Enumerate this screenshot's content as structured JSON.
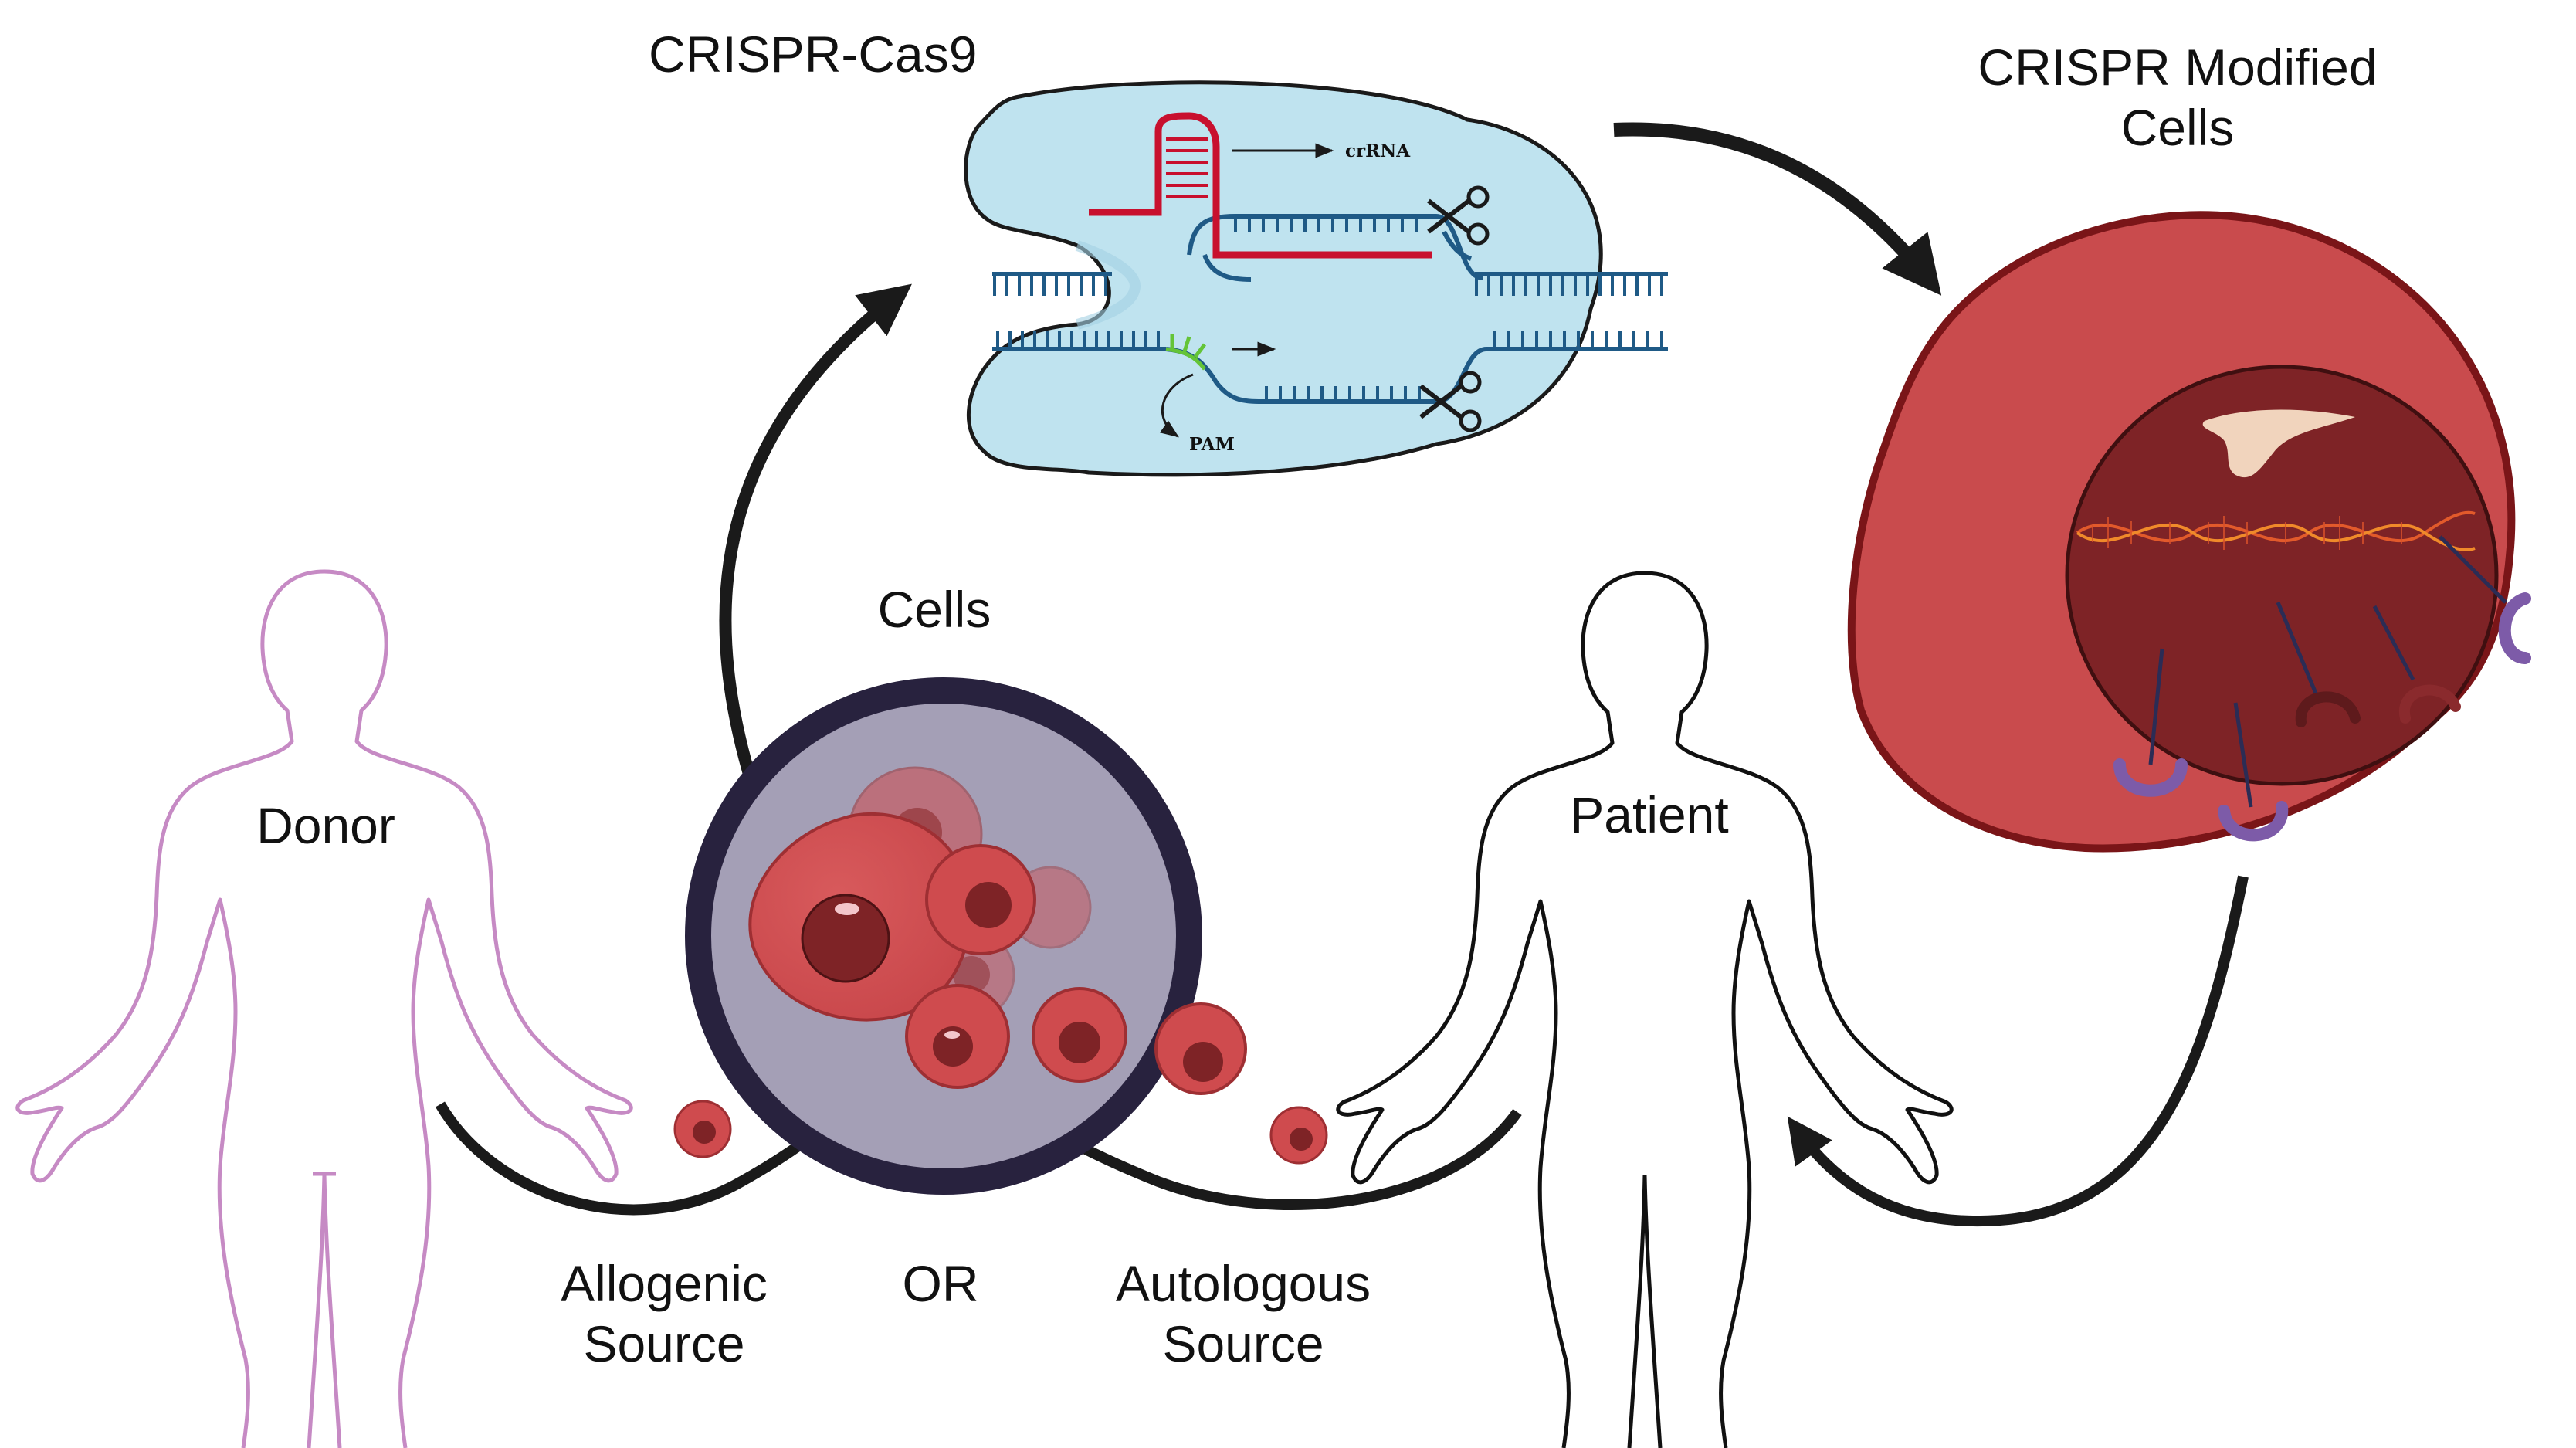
{
  "labels": {
    "crispr_cas9": "CRISPR-Cas9",
    "crrna": "crRNA",
    "pam": "PAM",
    "modified_line1": "CRISPR Modified",
    "modified_line2": "Cells",
    "cells": "Cells",
    "donor": "Donor",
    "patient": "Patient",
    "allogenic_line1": "Allogenic",
    "allogenic_line2": "Source",
    "or": "OR",
    "autologous_line1": "Autologous",
    "autologous_line2": "Source"
  },
  "colors": {
    "cas9_fill": "#bfe3ef",
    "dna_strand": "#1f5a86",
    "guide_rna": "#c8102e",
    "pam_green": "#64c437",
    "cell_red": "#cf4b4e",
    "nucleus_dark": "#7e2326",
    "donor_outline": "#c68ac4",
    "patient_outline": "#111111",
    "dish_rim": "#28223e",
    "dish_fill": "#a49fb6",
    "receptor_purple": "#7d5ba8",
    "arrow_black": "#1a1a1a"
  },
  "icons": [
    "scissors-icon",
    "dna-helix-icon",
    "receptor-icon"
  ]
}
